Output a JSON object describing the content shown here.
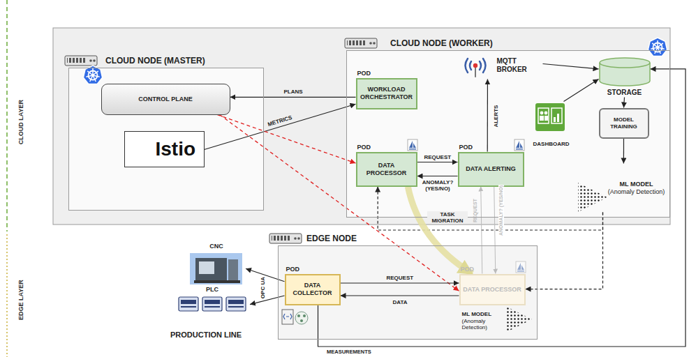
{
  "diagram": {
    "nodes": [
      {
        "text": [
          "CLOUD NODE (MASTER)"
        ]
      },
      {
        "text": [
          "CONTROL PLANE"
        ],
        "in": 0
      },
      {
        "text": [
          "Istio"
        ],
        "in": 0
      },
      {
        "text": [
          "CLOUD NODE (WORKER)"
        ]
      },
      {
        "text": [
          "POD",
          "WORKLOAD ORCHESTRATOR"
        ],
        "in": 3
      },
      {
        "text": [
          "MQTT BROKER"
        ],
        "in": 3
      },
      {
        "text": [
          "STORAGE"
        ],
        "in": 3
      },
      {
        "text": [
          "POD",
          "DATA PROCESSOR"
        ],
        "in": 3
      },
      {
        "text": [
          "POD",
          "DATA ALERTING"
        ],
        "in": 3
      },
      {
        "text": [
          "DASHBOARD"
        ],
        "in": 3
      },
      {
        "text": [
          "MODEL TRAINING"
        ],
        "in": 3
      },
      {
        "text": [
          "ML MODEL",
          "(Anomaly Detection)"
        ],
        "in": 3
      },
      {
        "text": [
          "EDGE NODE"
        ]
      },
      {
        "text": [
          "POD",
          "DATA COLLECTOR"
        ],
        "in": 12
      },
      {
        "text": [
          "POD",
          "DATA PROCESSOR"
        ],
        "in": 12
      },
      {
        "text": [
          "ML MODEL",
          "(Anomaly Detection)"
        ],
        "in": 12
      },
      {
        "text": [
          "CNC"
        ]
      },
      {
        "text": [
          "PLC"
        ]
      }
    ],
    "edges": [
      {
        "from": 4,
        "to": 1,
        "label": "PLANS",
        "arrow": "to"
      },
      {
        "from": 2,
        "to": 4,
        "label": "METRICS",
        "arrow": "to"
      },
      {
        "from": 1,
        "to": 7,
        "arrow": "to"
      },
      {
        "from": 1,
        "to": 14,
        "arrow": "to"
      },
      {
        "from": 7,
        "to": 8,
        "label": "REQUEST",
        "arrow": "to"
      },
      {
        "from": 8,
        "to": 7,
        "label": "ANOMALY? (YES/NO)",
        "arrow": "to"
      },
      {
        "from": 8,
        "to": 5,
        "label": "ALERTS",
        "arrow": "to"
      },
      {
        "from": 5,
        "to": 6,
        "arrow": "to"
      },
      {
        "from": 9,
        "to": 6,
        "arrow": "to"
      },
      {
        "from": 6,
        "to": 10,
        "arrow": "to"
      },
      {
        "from": 10,
        "to": 11,
        "arrow": "to"
      },
      {
        "from": 11,
        "to": 7,
        "arrow": "to"
      },
      {
        "from": 11,
        "to": 14,
        "arrow": "to"
      },
      {
        "from": 7,
        "to": 14,
        "label": "TASK MIGRATION",
        "arrow": "to"
      },
      {
        "from": 14,
        "to": 8,
        "label": "REQUEST",
        "arrow": "to"
      },
      {
        "from": 8,
        "to": 14,
        "label": "ANOMALY? (YES/NO)",
        "arrow": "to"
      },
      {
        "from": 13,
        "to": 14,
        "label": "REQUEST",
        "arrow": "to"
      },
      {
        "from": 14,
        "to": 13,
        "label": "DATA",
        "arrow": "to"
      },
      {
        "from": 13,
        "to": 16,
        "arrow": "to"
      },
      {
        "from": 13,
        "to": 17,
        "arrow": "to"
      },
      {
        "from": 13,
        "to": 6,
        "label": "MEASUREMENTS",
        "arrow": "to"
      }
    ],
    "labels": [
      "CLOUD LAYER",
      "EDGE LAYER",
      "OPC UA",
      "PRODUCTION LINE"
    ]
  }
}
